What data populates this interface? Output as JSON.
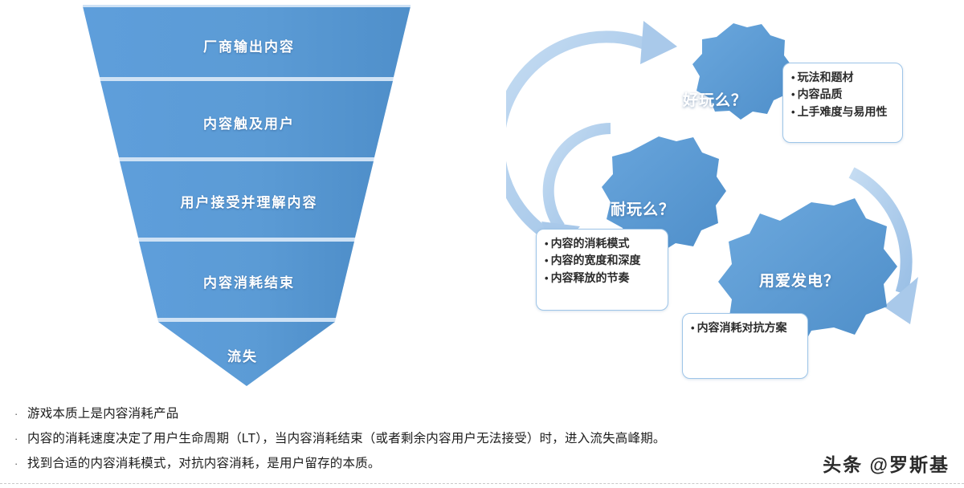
{
  "colors": {
    "funnel_blue": "#5B9BD5",
    "funnel_blue_dark": "#4a8ac4",
    "gear_blue": "#5B9BD5",
    "gear_blue_light": "#8ab8e0",
    "arrow_blue": "#9FC3E8",
    "callout_border": "#9ec5e8",
    "text_dark": "#1c1c1c",
    "white": "#ffffff"
  },
  "funnel": {
    "name": "content-consumption-funnel",
    "stages": [
      {
        "label": "厂商输出内容"
      },
      {
        "label": "内容触及用户"
      },
      {
        "label": "用户接受并理解内容"
      },
      {
        "label": "内容消耗结束"
      },
      {
        "label": "流失"
      }
    ]
  },
  "gears": {
    "name": "content-loop-gears",
    "items": [
      {
        "id": "fun",
        "label": "好玩么？"
      },
      {
        "id": "durable",
        "label": "耐玩么？"
      },
      {
        "id": "love-power",
        "label": "用爱发电？"
      }
    ]
  },
  "callouts": [
    {
      "id": "fun-callout",
      "items": [
        "玩法和题材",
        "内容品质",
        "上手难度与易用性"
      ]
    },
    {
      "id": "durable-callout",
      "items": [
        "内容的消耗模式",
        "内容的宽度和深度",
        "内容释放的节奏"
      ]
    },
    {
      "id": "love-power-callout",
      "items": [
        "内容消耗对抗方案"
      ]
    }
  ],
  "notes": {
    "name": "summary-notes",
    "bullet": "·",
    "items": [
      "游戏本质上是内容消耗产品",
      "内容的消耗速度决定了用户生命周期（LT），当内容消耗结束（或者剩余内容用户无法接受）时，进入流失高峰期。",
      "找到合适的内容消耗模式，对抗内容消耗，是用户留存的本质。"
    ]
  },
  "watermark": {
    "text": "头条 @罗斯基"
  }
}
